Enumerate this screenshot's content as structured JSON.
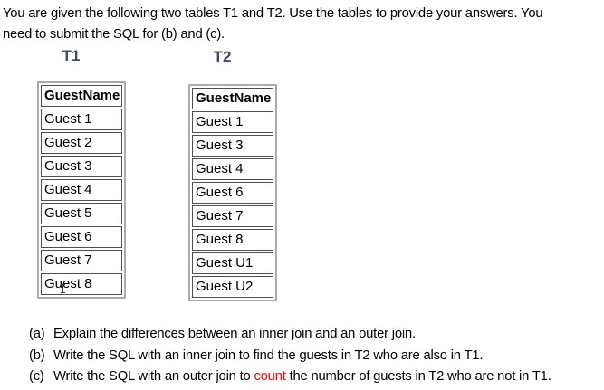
{
  "intro": {
    "lines": [
      "You are given the following two tables T1 and T2. Use the tables to provide your answers. You",
      "need to submit the SQL for (b) and (c)."
    ]
  },
  "tables": [
    {
      "title": "T1",
      "header": "GuestName",
      "rows": [
        "Guest 1",
        "Guest 2",
        "Guest 3",
        "Guest 4",
        "Guest 5",
        "Guest 6",
        "Guest 7",
        "Guest 8"
      ]
    },
    {
      "title": "T2",
      "header": "GuestName",
      "rows": [
        "Guest 1",
        "Guest 3",
        "Guest 4",
        "Guest 6",
        "Guest 7",
        "Guest 8",
        "Guest U1",
        "Guest U2"
      ]
    }
  ],
  "questions": [
    {
      "label": "(a)",
      "text": "Explain the differences between an inner join and an outer join."
    },
    {
      "label": "(b)",
      "text": "Write the SQL with an inner join to find the guests in T2 who are also in T1."
    },
    {
      "label": "(c)",
      "text_before": "Write the SQL with an outer join to ",
      "highlight": "count",
      "text_after": " the number of guests in T2 who are not in T1."
    }
  ],
  "colors": {
    "table_title": "#3d4c60",
    "highlight_red": "#ff0000",
    "cell_border": "#4f4f4f",
    "table_outer_border": "#ababab",
    "body_text": "#000000"
  }
}
